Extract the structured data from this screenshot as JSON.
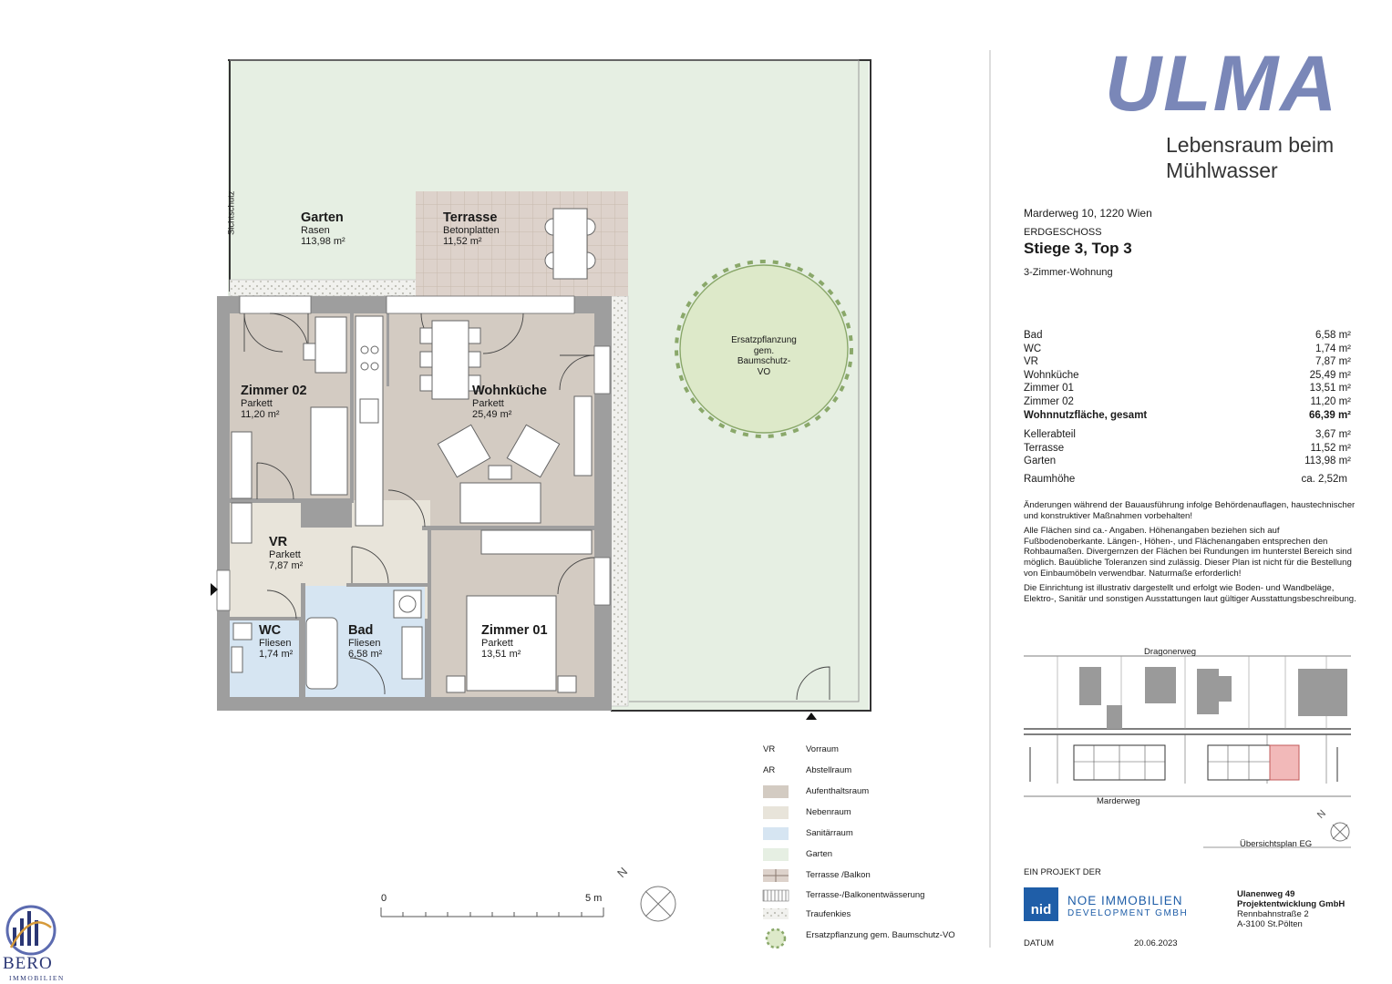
{
  "rooms": {
    "garten": {
      "name": "Garten",
      "material": "Rasen",
      "area": "113,98 m²"
    },
    "terrasse": {
      "name": "Terrasse",
      "material": "Betonplatten",
      "area": "11,52 m²"
    },
    "zimmer02": {
      "name": "Zimmer 02",
      "material": "Parkett",
      "area": "11,20 m²"
    },
    "wohnkueche": {
      "name": "Wohnküche",
      "material": "Parkett",
      "area": "25,49 m²"
    },
    "vr": {
      "name": "VR",
      "material": "Parkett",
      "area": "7,87 m²"
    },
    "wc": {
      "name": "WC",
      "material": "Fliesen",
      "area": "1,74 m²"
    },
    "bad": {
      "name": "Bad",
      "material": "Fliesen",
      "area": "6,58 m²"
    },
    "zimmer01": {
      "name": "Zimmer 01",
      "material": "Parkett",
      "area": "13,51 m²"
    }
  },
  "plan_labels": {
    "sichtschutz": "Sichtschutz",
    "tree_line1": "Ersatzpflanzung",
    "tree_line2": "gem.",
    "tree_line3": "Baumschutz-",
    "tree_line4": "VO",
    "scale_start": "0",
    "scale_end": "5 m",
    "north": "N"
  },
  "legend": [
    {
      "abbr": "VR",
      "label": "Vorraum"
    },
    {
      "abbr": "AR",
      "label": "Abstellraum"
    },
    {
      "label": "Aufenthaltsraum",
      "color": "#d3cbc2"
    },
    {
      "label": "Nebenraum",
      "color": "#e8e4da"
    },
    {
      "label": "Sanitärraum",
      "color": "#d6e5f2"
    },
    {
      "label": "Garten",
      "color": "#e6efe3"
    },
    {
      "label": "Terrasse /Balkon",
      "color": "#ddd2cb"
    },
    {
      "label": "Terrasse-/Balkonentwässerung"
    },
    {
      "label": "Traufenkies"
    },
    {
      "label": "Ersatzpflanzung gem. Baumschutz-VO"
    }
  ],
  "brand": {
    "logo": "ULMA",
    "tagline_line1": "Lebensraum beim",
    "tagline_line2": "Mühlwasser",
    "bero": "BERO",
    "bero_sub": "IMMOBILIEN"
  },
  "header": {
    "address": "Marderweg 10, 1220 Wien",
    "floor": "ERDGESCHOSS",
    "unit": "Stiege 3, Top 3",
    "type": "3-Zimmer-Wohnung"
  },
  "areas": [
    {
      "label": "Bad",
      "value": "6,58 m²"
    },
    {
      "label": "WC",
      "value": "1,74 m²"
    },
    {
      "label": "VR",
      "value": "7,87 m²"
    },
    {
      "label": "Wohnküche",
      "value": "25,49 m²"
    },
    {
      "label": "Zimmer 01",
      "value": "13,51 m²"
    },
    {
      "label": "Zimmer 02",
      "value": "11,20 m²"
    },
    {
      "label": "Wohnnutzfläche, gesamt",
      "value": "66,39 m²",
      "bold": true
    }
  ],
  "areas_extra": [
    {
      "label": "Kellerabteil",
      "value": "3,67 m²"
    },
    {
      "label": "Terrasse",
      "value": "11,52 m²"
    },
    {
      "label": "Garten",
      "value": "113,98 m²"
    }
  ],
  "raumhoehe": {
    "label": "Raumhöhe",
    "value": "ca. 2,52m"
  },
  "notes": {
    "p1": "Änderungen während der Bauausführung infolge Behördenauflagen, haustechnischer und konstruktiver Maßnahmen vorbehalten!",
    "p2": "Alle Flächen sind ca.- Angaben. Höhenangaben beziehen sich auf Fußbodenoberkante. Längen-, Höhen-, und Flächenangaben entsprechen den Rohbaumaßen. Divergernzen der Flächen bei Rundungen im hunterstel Bereich sind möglich. Bauübliche Toleranzen sind zulässig. Dieser Plan ist nicht für die Bestellung von Einbaumöbeln verwendbar. Naturmaße erforderlich!",
    "p3": "Die Einrichtung ist illustrativ dargestellt und erfolgt wie Boden- und Wandbeläge, Elektro-, Sanitär und sonstigen Ausstattungen laut gültiger Ausstattungsbeschreibung."
  },
  "siteplan": {
    "street_top": "Dragonerweg",
    "street_bottom": "Marderweg",
    "caption": "Übersichtsplan EG",
    "north": "N"
  },
  "project": {
    "label": "EIN PROJEKT DER",
    "nid_logo": "nid",
    "noe_line1": "NOE IMMOBILIEN",
    "noe_line2": "DEVELOPMENT GMBH",
    "company_line1": "Ulanenweg 49",
    "company_line2": "Projektentwicklung GmbH",
    "company_line3": "Rennbahnstraße 2",
    "company_line4": "A-3100 St.Pölten",
    "datum_label": "DATUM",
    "datum_value": "20.06.2023"
  },
  "colors": {
    "ulma_blue": "#7a87b8",
    "nid_blue": "#1f5ea8",
    "aufenthalt": "#d3cbc2",
    "neben": "#e8e4da",
    "sanitaer": "#d6e5f2",
    "garten": "#e6efe3",
    "terrasse": "#ddd2cb",
    "tree": "#dde9c9",
    "highlight": "#f2b9b9"
  }
}
